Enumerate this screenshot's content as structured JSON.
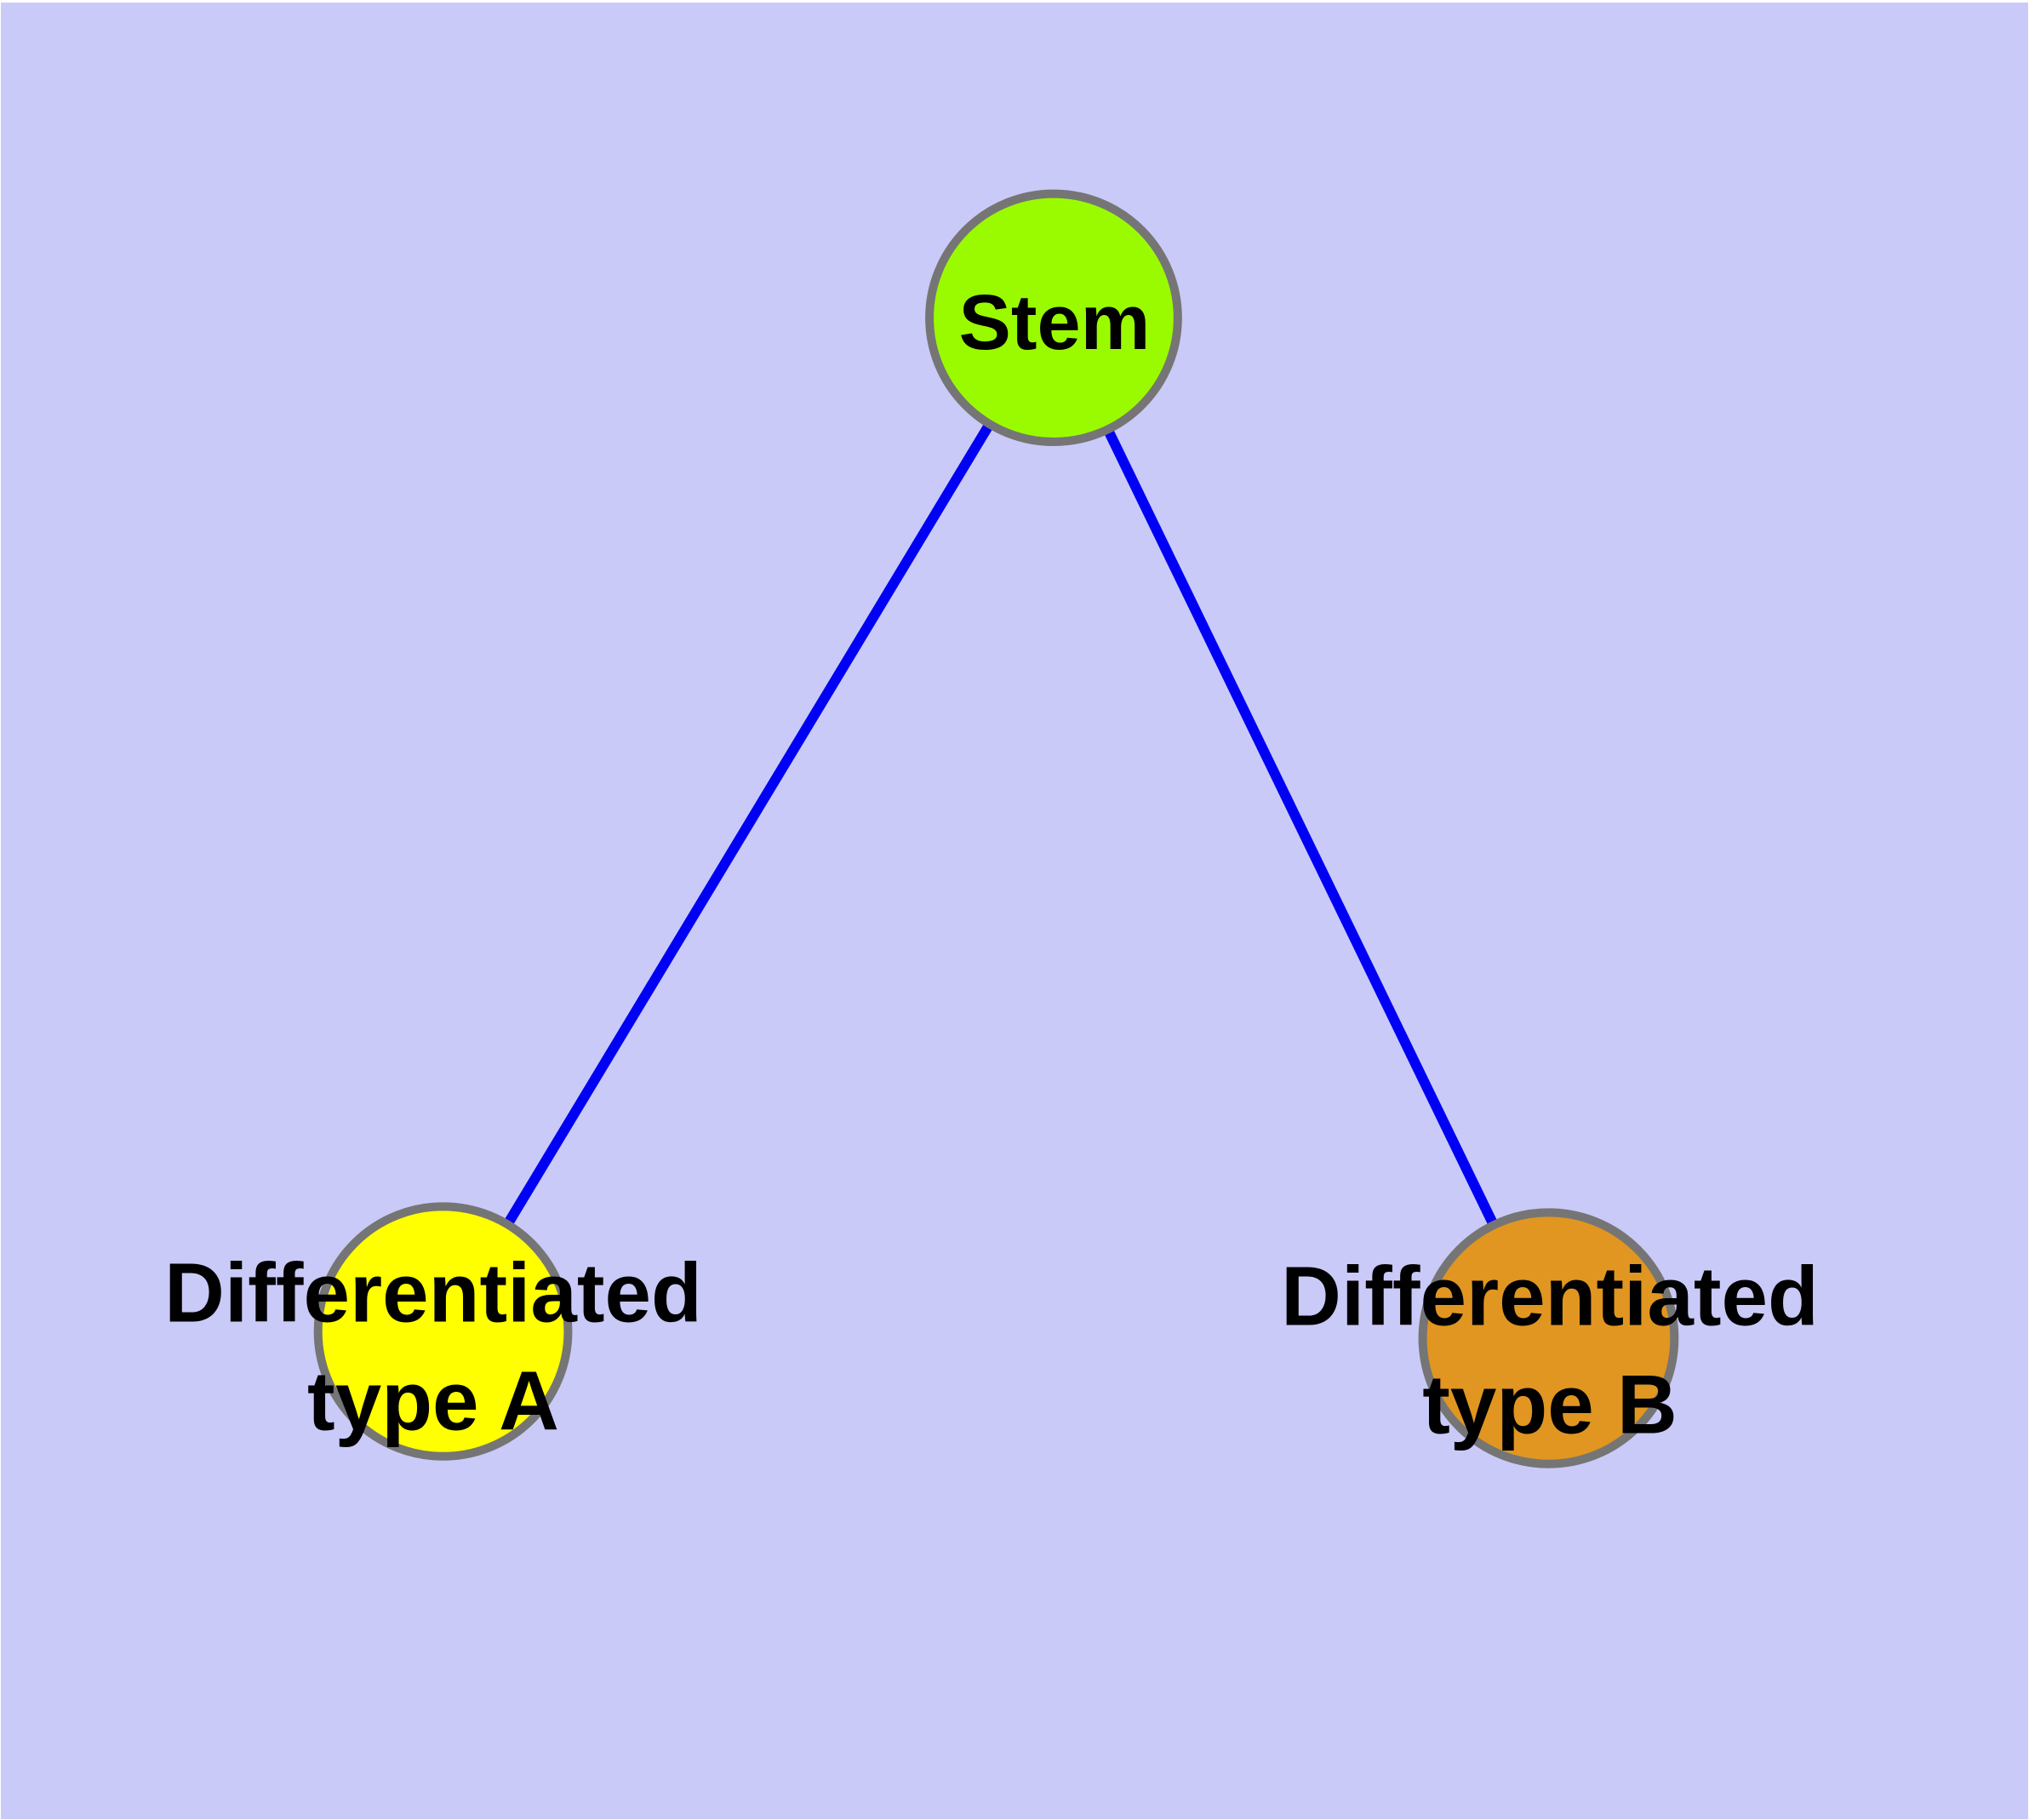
{
  "diagram": {
    "background_color": "#CACAF8",
    "edge_color": "#0000F5",
    "node_border_color": "#757575",
    "label_color": "#000000",
    "nodes": [
      {
        "id": "stem",
        "label": "Stem",
        "fill": "#9AFB00"
      },
      {
        "id": "diff-a",
        "label": "Differentiated\ntype A",
        "fill": "#FFFF00"
      },
      {
        "id": "diff-b",
        "label": "Differentiated\ntype B",
        "fill": "#E09620"
      }
    ],
    "edges": [
      {
        "from": "Stem",
        "to": "Differentiated type A"
      },
      {
        "from": "Stem",
        "to": "Differentiated type B"
      }
    ]
  }
}
